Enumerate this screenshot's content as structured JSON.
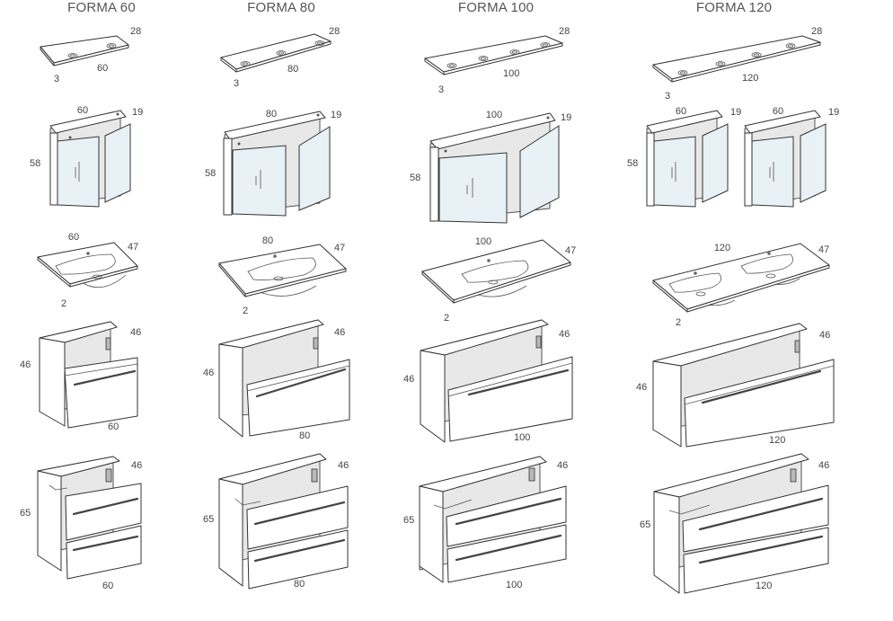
{
  "columns": [
    {
      "title": "FORMA 60",
      "width": "60",
      "top_depth": "28",
      "top_thickness": "3",
      "mirror_depth": "19",
      "mirror_height": "58",
      "basin_depth": "47",
      "basin_thickness": "2",
      "drawer_depth": "46",
      "drawer_height": "46",
      "double_depth": "46",
      "double_height": "65"
    },
    {
      "title": "FORMA 80",
      "width": "80",
      "top_depth": "28",
      "top_thickness": "3",
      "mirror_depth": "19",
      "mirror_height": "58",
      "basin_depth": "47",
      "basin_thickness": "2",
      "drawer_depth": "46",
      "drawer_height": "46",
      "double_depth": "46",
      "double_height": "65"
    },
    {
      "title": "FORMA 100",
      "width": "100",
      "top_depth": "28",
      "top_thickness": "3",
      "mirror_depth": "19",
      "mirror_height": "58",
      "basin_depth": "47",
      "basin_thickness": "2",
      "drawer_depth": "46",
      "drawer_height": "46",
      "double_depth": "46",
      "double_height": "65"
    },
    {
      "title": "FORMA 120",
      "width": "120",
      "top_depth": "28",
      "top_thickness": "3",
      "mirror_depth": "19",
      "mirror_height": "58",
      "basin_depth": "47",
      "basin_thickness": "2",
      "drawer_depth": "46",
      "drawer_height": "46",
      "double_depth": "46",
      "double_height": "65"
    }
  ],
  "forma120_mirror_unit_width": "60"
}
